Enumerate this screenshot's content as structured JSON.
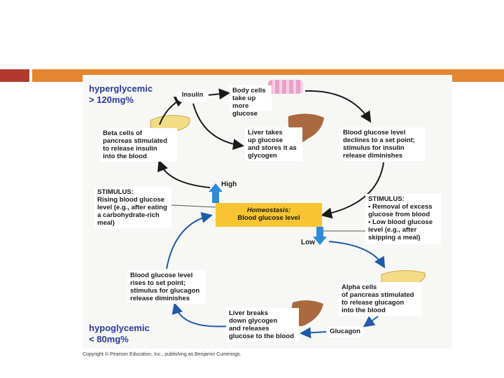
{
  "states": {
    "hyper": "hyperglycemic\n > 120mg%",
    "hypo": "hypoglycemic\n<  80mg%"
  },
  "boxes": {
    "insulin": "Insulin",
    "body_cells": "Body cells\ntake up more\nglucose",
    "beta_cells": "Beta cells of\npancreas stimulated\nto release insulin\ninto the blood",
    "liver_takes": "Liver takes\nup glucose\nand stores it as\nglycogen",
    "declines": "Blood glucose level\ndeclines to a set point;\nstimulus for insulin\nrelease diminishes",
    "stim_rising": "STIMULUS:\nRising blood glucose\nlevel (e.g., after eating\na carbohydrate-rich\nmeal)",
    "stim_removal": "STIMULUS:\n• Removal of excess\n   glucose from blood\n• Low blood glucose\n   level (e.g., after\n   skipping a meal)",
    "rises": "Blood glucose level\nrises to set point;\nstimulus for glucagon\nrelease diminishes",
    "alpha": "Alpha cells\nof pancreas stimulated\nto release glucagon\ninto the blood",
    "liver_breaks": "Liver breaks\ndown glycogen\nand releases\nglucose to the blood",
    "glucagon": "Glucagon"
  },
  "homeostasis": {
    "title": "Homeostasis:",
    "subtitle": "Blood glucose level"
  },
  "labels": {
    "high": "High",
    "low": "Low"
  },
  "copyright": "Copyright © Pearson Education, Inc., publishing as Benjamin Cummings."
}
